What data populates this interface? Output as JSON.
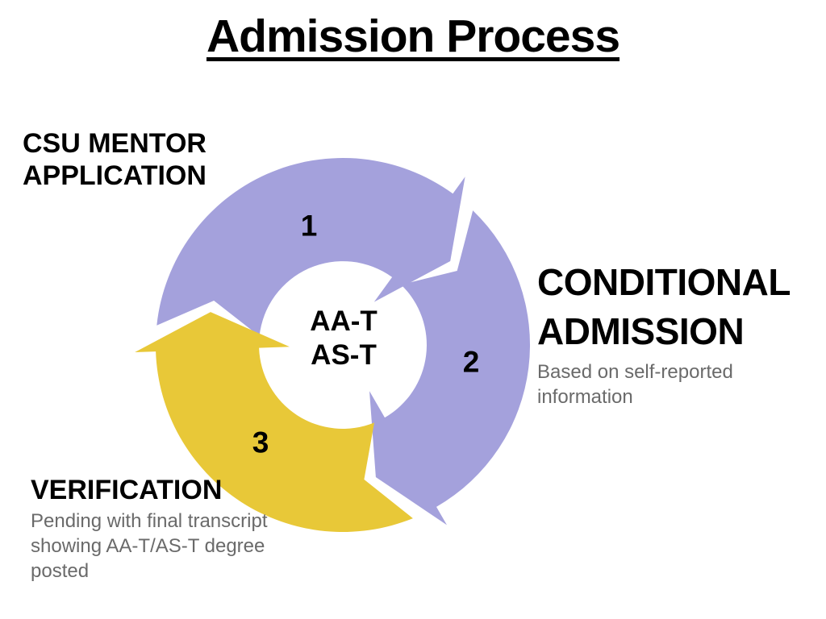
{
  "slide": {
    "title": "Admission Process"
  },
  "center_label": {
    "line1": "AA-T",
    "line2": "AS-T"
  },
  "steps": [
    {
      "number": "1",
      "title": "CSU MENTOR APPLICATION"
    },
    {
      "number": "2",
      "title": "CONDITIONAL ADMISSION",
      "subtitle": "Based on self-reported information"
    },
    {
      "number": "3",
      "title": "VERIFICATION",
      "subtitle": "Pending with final transcript showing AA-T/AS-T degree posted"
    }
  ],
  "colors": {
    "arc_purple": "#a4a1dc",
    "arc_yellow": "#e8c838",
    "heading_text": "#000000",
    "muted_text": "#6a6a6a",
    "background": "#ffffff"
  }
}
